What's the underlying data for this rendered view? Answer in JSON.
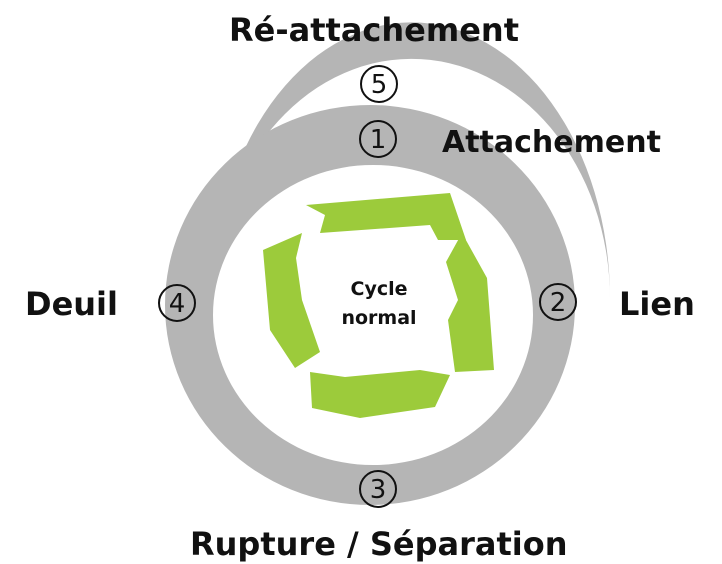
{
  "center": {
    "line1": "Cycle",
    "line2": "normal"
  },
  "stages": {
    "reattachement": {
      "number": "5",
      "label": "Ré-attachement"
    },
    "attachement": {
      "number": "1",
      "label": "Attachement"
    },
    "lien": {
      "number": "2",
      "label": "Lien"
    },
    "rupture": {
      "number": "3",
      "label": "Rupture / Séparation"
    },
    "deuil": {
      "number": "4",
      "label": "Deuil"
    }
  },
  "colors": {
    "ring": "#b5b5b5",
    "cycle": "#9ccb3b",
    "text": "#111111",
    "background": "#ffffff"
  }
}
